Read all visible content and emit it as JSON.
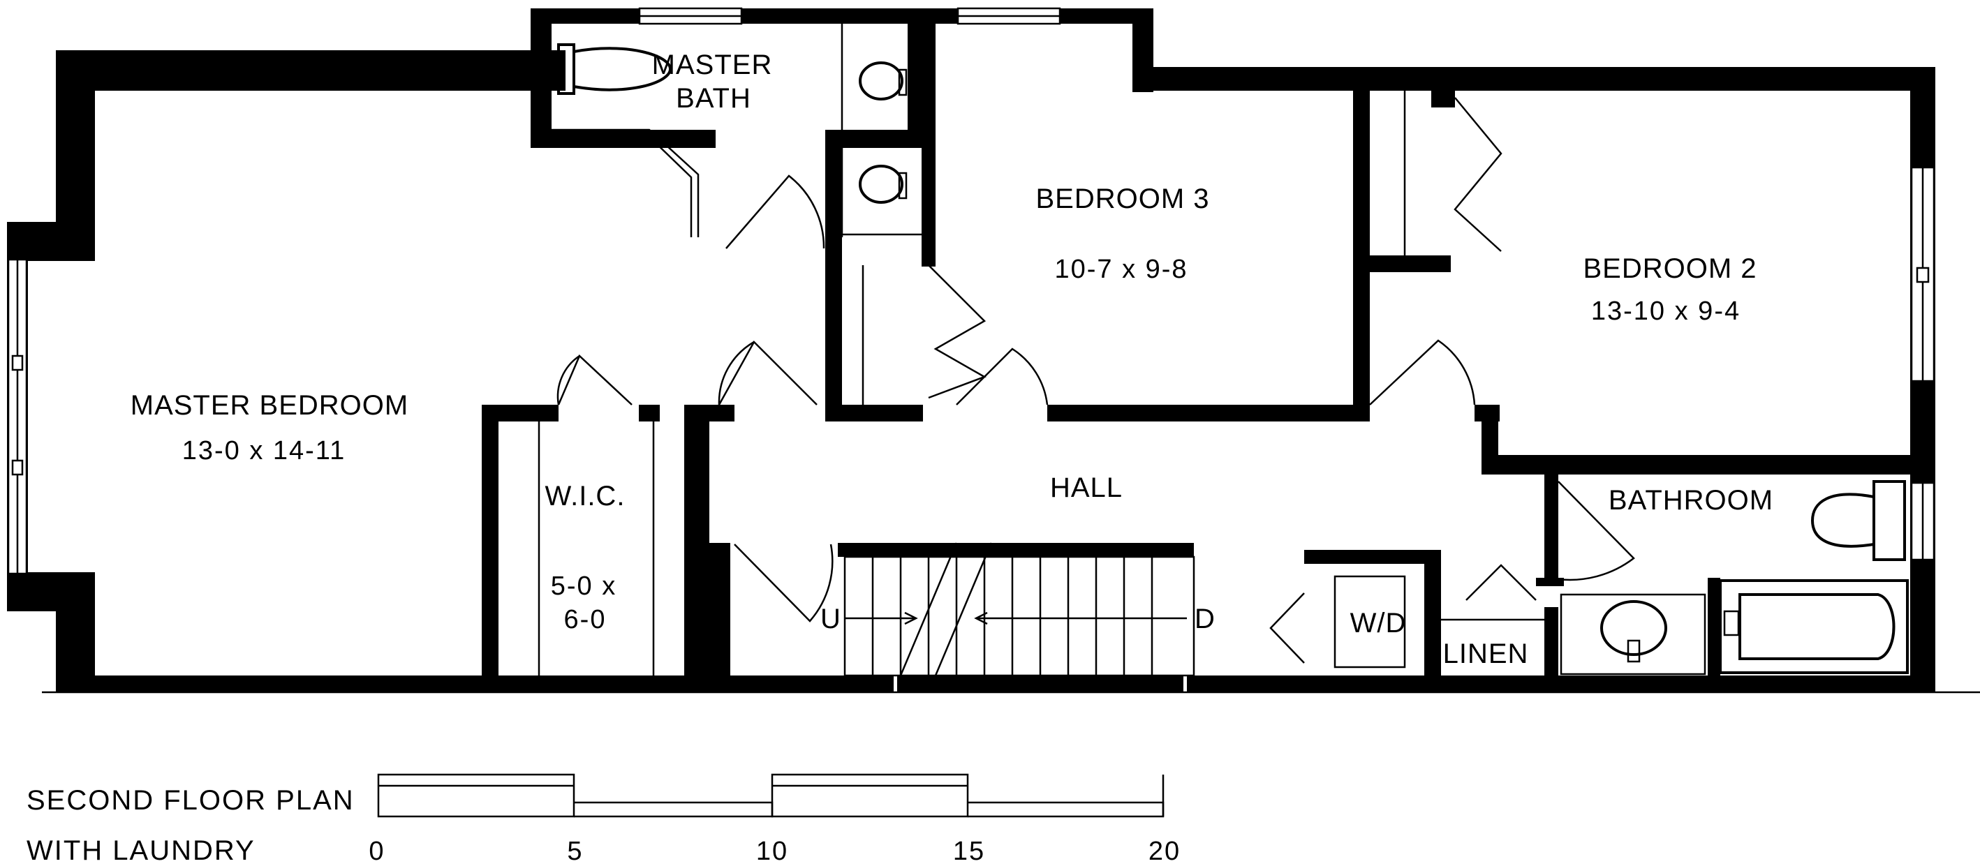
{
  "plan_title": {
    "line1": "SECOND FLOOR PLAN",
    "line2": "WITH LAUNDRY"
  },
  "rooms": {
    "master_bedroom": {
      "name": "MASTER BEDROOM",
      "size": "13-0 x 14-11"
    },
    "master_bath": {
      "name_line1": "MASTER",
      "name_line2": "BATH"
    },
    "bedroom3": {
      "name": "BEDROOM 3",
      "size": "10-7 x 9-8"
    },
    "bedroom2": {
      "name": "BEDROOM 2",
      "size": "13-10 x 9-4"
    },
    "wic": {
      "name": "W.I.C.",
      "size_line1": "5-0 x",
      "size_line2": "6-0"
    },
    "hall": {
      "name": "HALL"
    },
    "bathroom": {
      "name": "BATHROOM"
    },
    "laundry": {
      "name": "W/D"
    },
    "linen": {
      "name": "LINEN"
    }
  },
  "stairs": {
    "up": "U",
    "down": "D"
  },
  "scale_bar": {
    "labels": [
      "0",
      "5",
      "10",
      "15",
      "20"
    ]
  }
}
